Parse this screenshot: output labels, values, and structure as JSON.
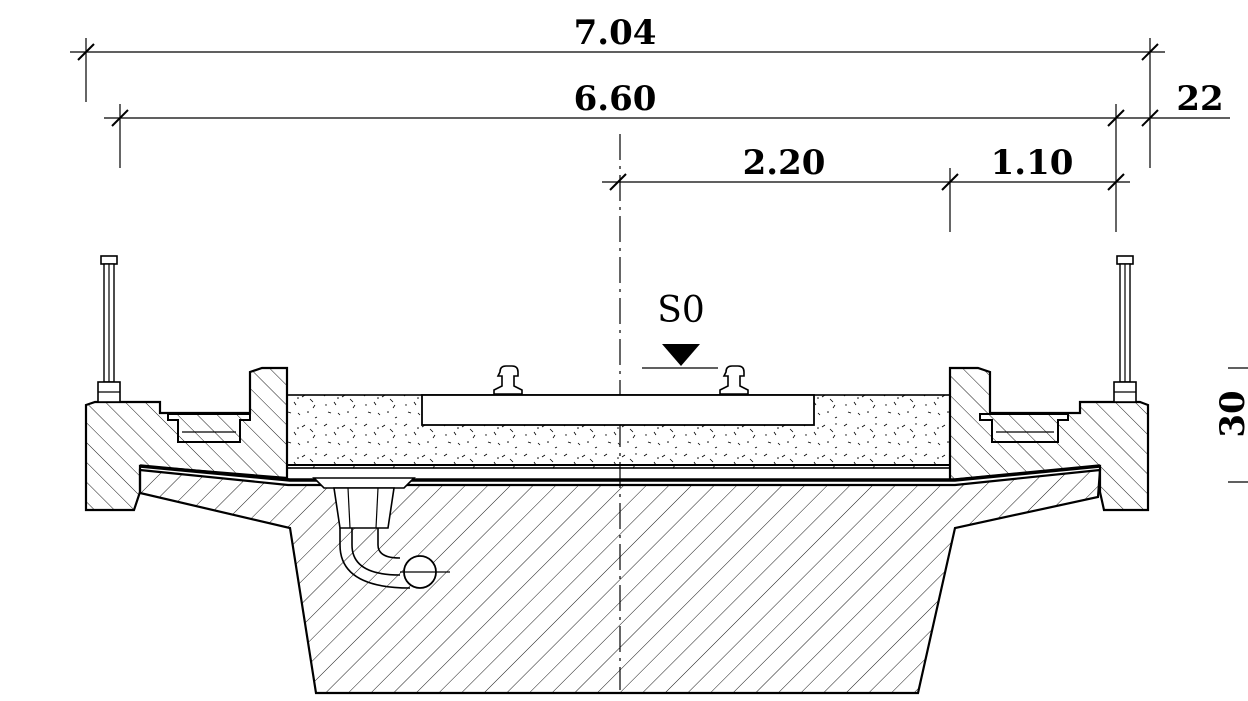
{
  "dimensions": {
    "overall_width": "7.04",
    "deck_width": "6.60",
    "track_to_edge": "2.20",
    "walkway": "1.10",
    "cantilever": "22",
    "right_height_partial": "30"
  },
  "labels": {
    "level_marker": "S0"
  }
}
